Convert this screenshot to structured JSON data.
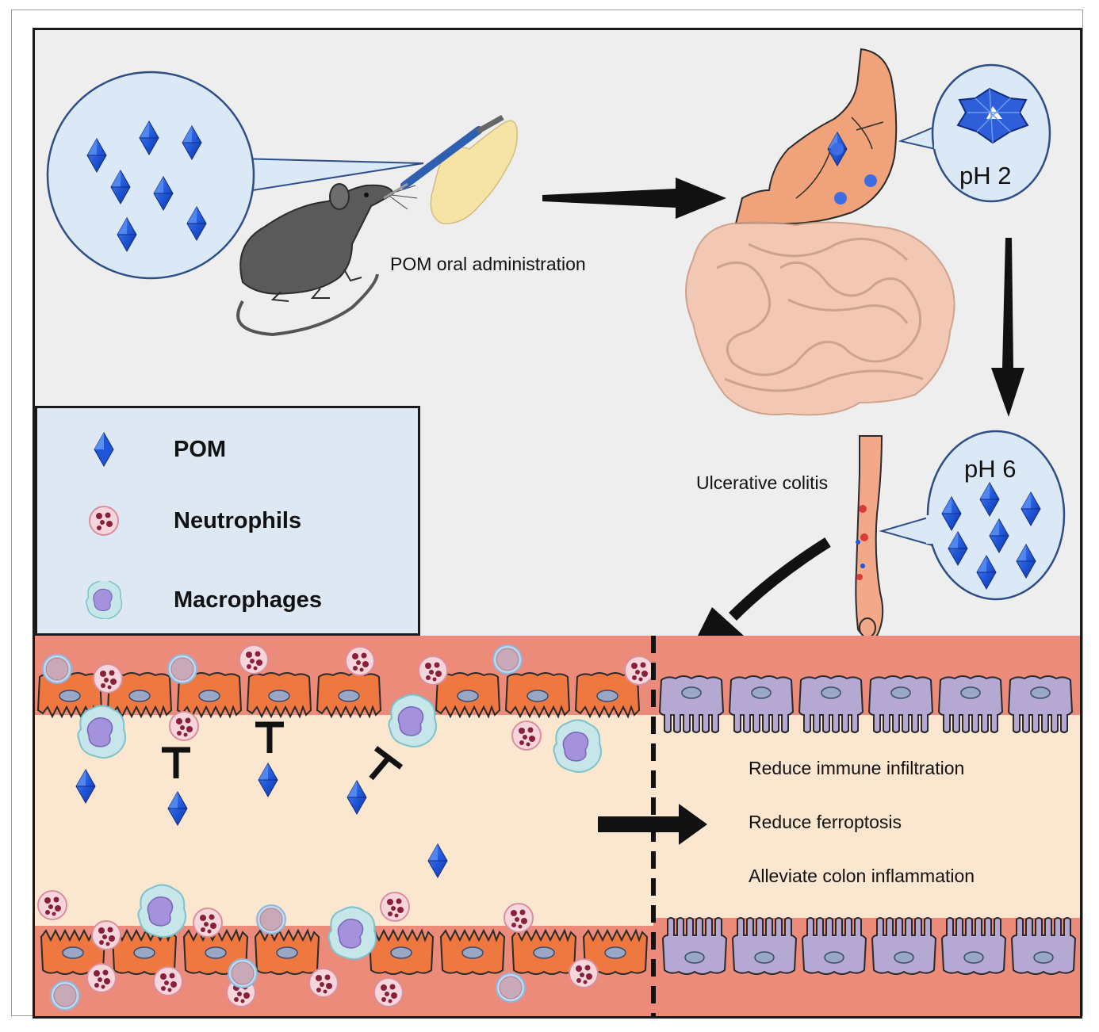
{
  "labels": {
    "administration": "POM  oral  administration",
    "ulcerative_colitis": "Ulcerative  colitis",
    "stomach_ph": "pH 2",
    "colon_ph": "pH 6"
  },
  "legend": [
    {
      "icon": "pom-diamond-icon",
      "label": "POM"
    },
    {
      "icon": "neutrophil-icon",
      "label": "Neutrophils"
    },
    {
      "icon": "macrophage-icon",
      "label": "Macrophages"
    }
  ],
  "outcomes": [
    "Reduce  immune  infiltration",
    "Reduce  ferroptosis",
    "Alleviate  colon  inflammation"
  ],
  "colors": {
    "background": "#eeeeee",
    "pom": "#1f55d8",
    "bubble": "#dbe8f5",
    "stomach": "#f0a27a",
    "intestine": "#f3c2aa",
    "tissue_band": "#ec8b79",
    "lumen": "#fbe6cf",
    "inflamed_cell": "#ee7840",
    "healthy_cell": "#b5a8d2",
    "neutrophil": "#f6d6dc",
    "macrophage": "#a9d8df"
  }
}
